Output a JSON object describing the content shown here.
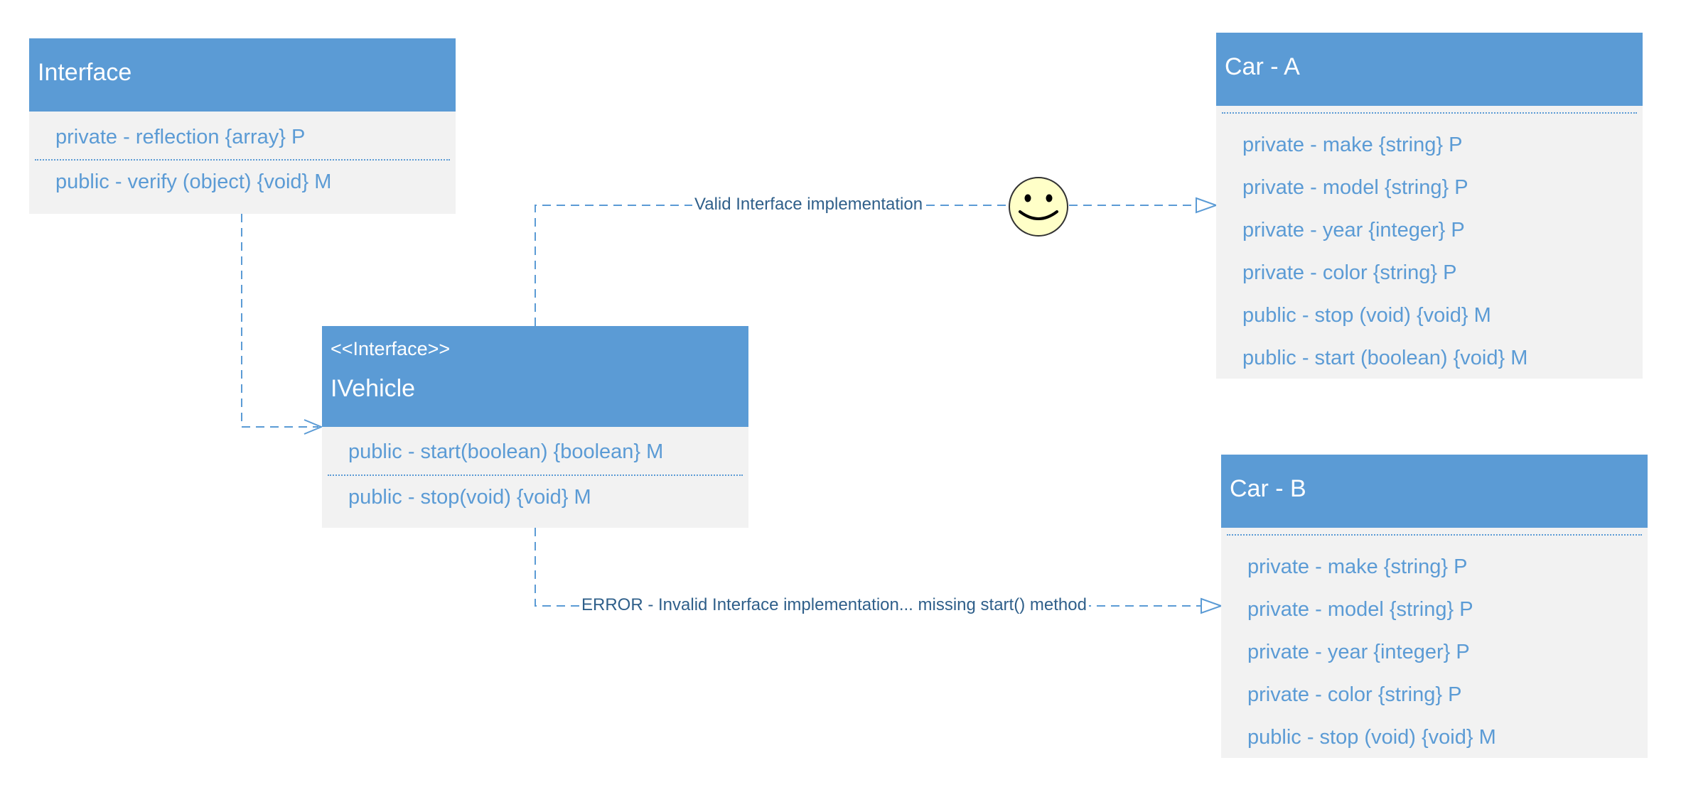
{
  "colors": {
    "header_fill": "#5b9bd5",
    "body_fill": "#f2f2f2",
    "member_text": "#5b9bd5",
    "connector": "#5b9bd5",
    "label_text": "#2f5f8a",
    "smiley_fill": "#ffffc8"
  },
  "boxes": {
    "interface": {
      "title": "Interface",
      "properties": [
        "private - reflection {array} P"
      ],
      "methods": [
        "public - verify (object) {void} M"
      ]
    },
    "ivehicle": {
      "stereotype": "<<Interface>>",
      "title": "IVehicle",
      "members_top": [
        "public - start(boolean) {boolean} M"
      ],
      "members_bottom": [
        "public - stop(void) {void} M"
      ]
    },
    "car_a": {
      "title": "Car - A",
      "members": [
        "private - make {string} P",
        "private - model {string} P",
        "private - year {integer} P",
        "private - color {string} P",
        "public - stop (void) {void} M",
        "public - start (boolean) {void} M"
      ]
    },
    "car_b": {
      "title": "Car - B",
      "members": [
        "private - make {string} P",
        "private - model {string} P",
        "private - year {integer} P",
        "private - color {string} P",
        "public - stop (void) {void} M"
      ]
    }
  },
  "connectors": {
    "valid_label": "Valid Interface implementation",
    "error_label": "ERROR - Invalid Interface implementation... missing start() method"
  },
  "icons": {
    "smiley": "smiley-face-icon"
  }
}
